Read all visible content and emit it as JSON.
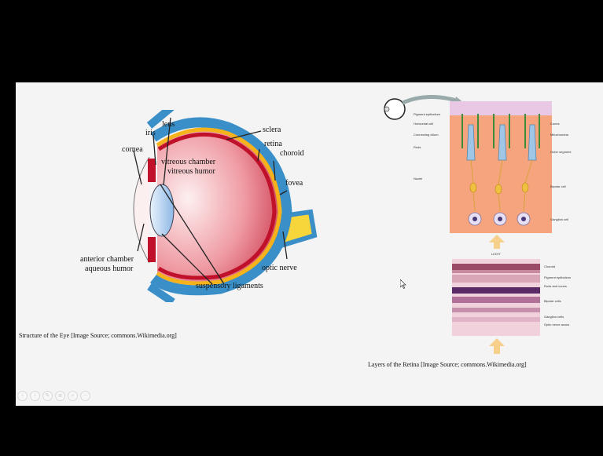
{
  "slide": {
    "eye_figure": {
      "labels": {
        "lens": "lens",
        "iris": "iris",
        "cornea": "cornea",
        "sclera": "sclera",
        "retina": "retina",
        "choroid": "choroid",
        "vitreous_chamber": "vitreous chamber",
        "vitreous_humor": "vitreous humor",
        "fovea": "fovea",
        "anterior_chamber": "anterior chamber",
        "aqueous_humor": "aqueous humor",
        "optic_nerve": "optic nerve",
        "suspensory_ligaments": "suspensory ligaments"
      },
      "caption": "Structure of the Eye [Image Source; commons.Wikimedia.org]"
    },
    "retina_figure": {
      "left_labels": [
        "Pigment epithelium",
        "Horizontal cell",
        "Connecting cilium",
        "Rods",
        "Nuclei"
      ],
      "right_labels": [
        "Cones",
        "Mitochondria",
        "Outer segment",
        "Bipolar cell",
        "Ganglion cell"
      ],
      "histology_labels": [
        "Choroid",
        "Pigment epithelium",
        "Rods and cones",
        "Bipolar cells",
        "Ganglion cells",
        "Optic nerve axons"
      ],
      "light_label": "LIGHT",
      "caption": "Layers of the Retina [Image Source; commons.Wikimedia.org]"
    },
    "toolbar_icons": [
      "previous-icon",
      "next-icon",
      "pen-icon",
      "menu-icon",
      "zoom-icon",
      "more-icon"
    ],
    "colors": {
      "background": "#000000",
      "slide": "#f4f4f4",
      "sclera_blue": "#3a8fc8",
      "retina_red": "#c0102a",
      "optic_yellow": "#f7d63c",
      "retina_peach": "#f2a07a"
    }
  }
}
